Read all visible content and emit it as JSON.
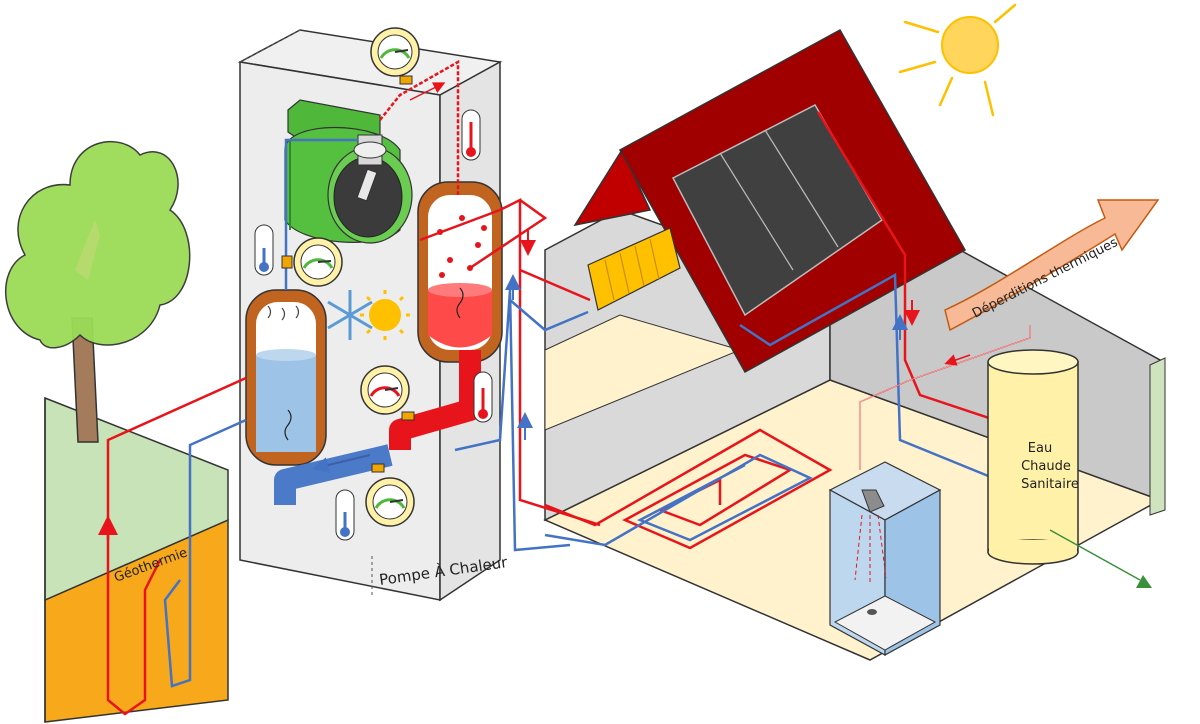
{
  "labels": {
    "geothermal": "Géothermie",
    "heat_pump": "Pompe À Chaleur",
    "heat_loss": "Déperditions thermiques",
    "dhw_line1": "Eau",
    "dhw_line2": "Chaude",
    "dhw_line3": "Sanitaire"
  },
  "colors": {
    "hot_pipe": "#e8141b",
    "cold_pipe": "#4472c4",
    "ground_soil": "#f5a623",
    "grass": "#c5e0b4",
    "roof": "#a00000",
    "solar_panel": "#404040",
    "compressor": "#4fb83a",
    "tank_shell": "#b5662a",
    "floor": "#fff2cc",
    "wall": "#bfbfbf",
    "heat_loss_arrow": "#f8b996",
    "dhw_tank": "#fff2a8",
    "sun": "#ffc000"
  }
}
